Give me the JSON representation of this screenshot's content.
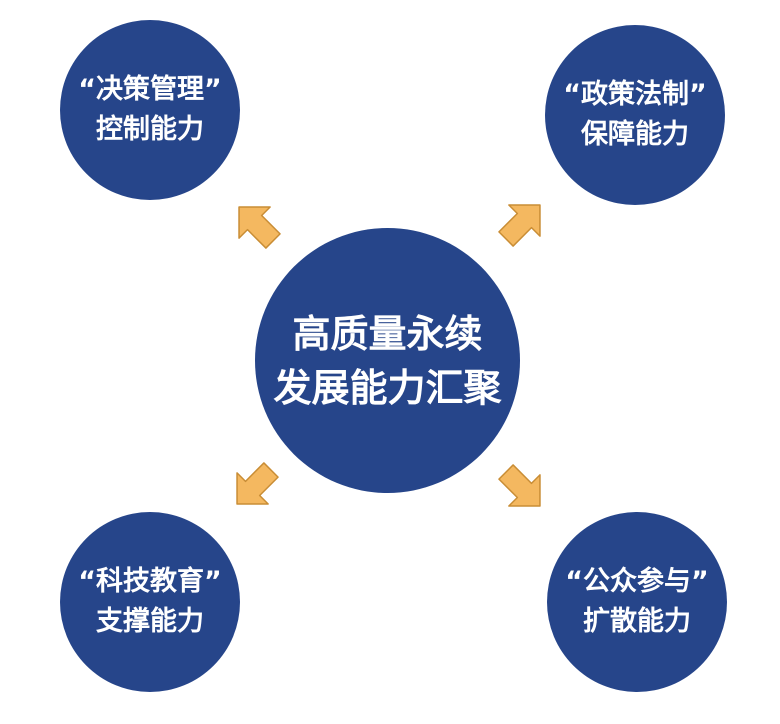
{
  "center": {
    "line1": "高质量永续",
    "line2": "发展能力汇聚"
  },
  "nodes": [
    {
      "line1": "“决策管理”",
      "line2": "控制能力"
    },
    {
      "line1": "“政策法制”",
      "line2": "保障能力"
    },
    {
      "line1": "“科技教育”",
      "line2": "支撑能力"
    },
    {
      "line1": "“公众参与”",
      "line2": "扩散能力"
    }
  ],
  "colors": {
    "circle_fill": "#26458a",
    "arrow_fill": "#f4b860",
    "arrow_stroke": "#c98d35",
    "text": "#ffffff"
  }
}
